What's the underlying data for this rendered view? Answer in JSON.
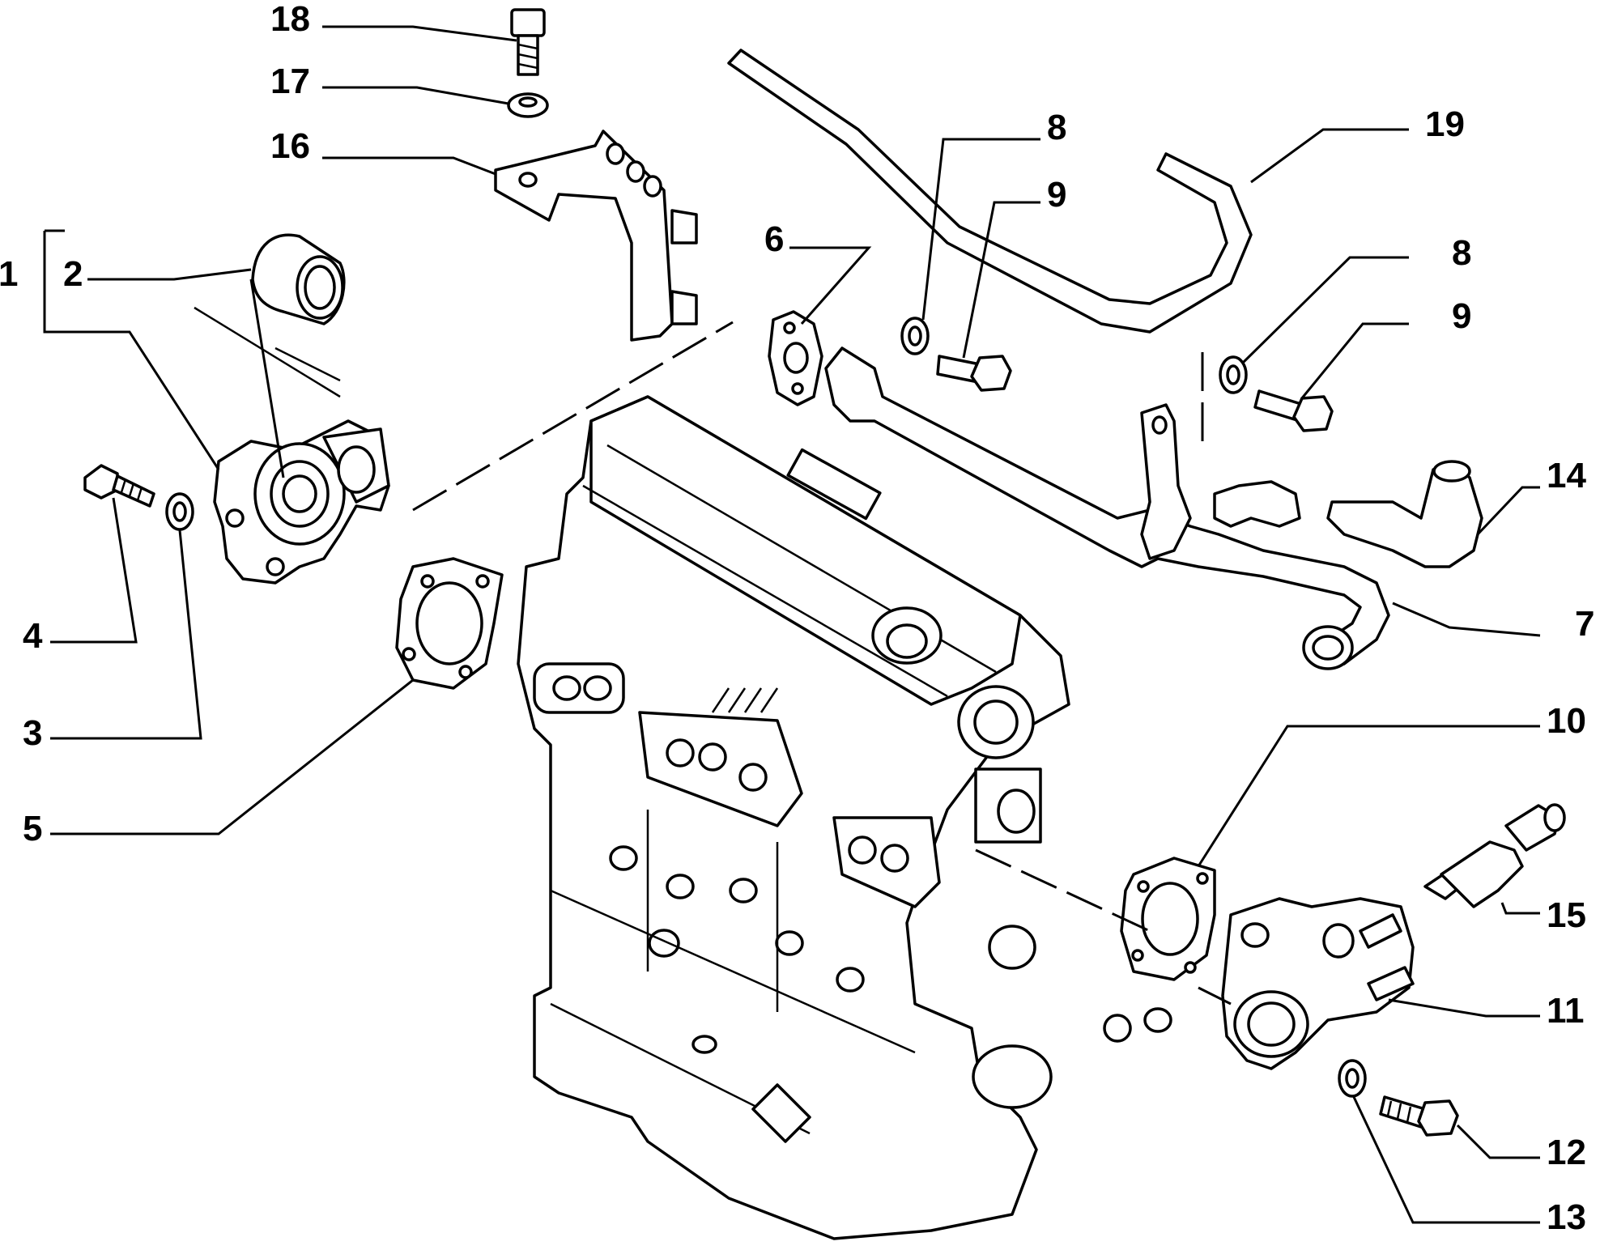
{
  "callouts": {
    "c1": "1",
    "c2": "2",
    "c3": "3",
    "c4": "4",
    "c5": "5",
    "c6": "6",
    "c7": "7",
    "c8a": "8",
    "c8b": "8",
    "c9a": "9",
    "c9b": "9",
    "c10": "10",
    "c11": "11",
    "c12": "12",
    "c13": "13",
    "c14": "14",
    "c15": "15",
    "c16": "16",
    "c17": "17",
    "c18": "18",
    "c19": "19"
  },
  "colors": {
    "line": "#000000",
    "background": "#ffffff"
  }
}
